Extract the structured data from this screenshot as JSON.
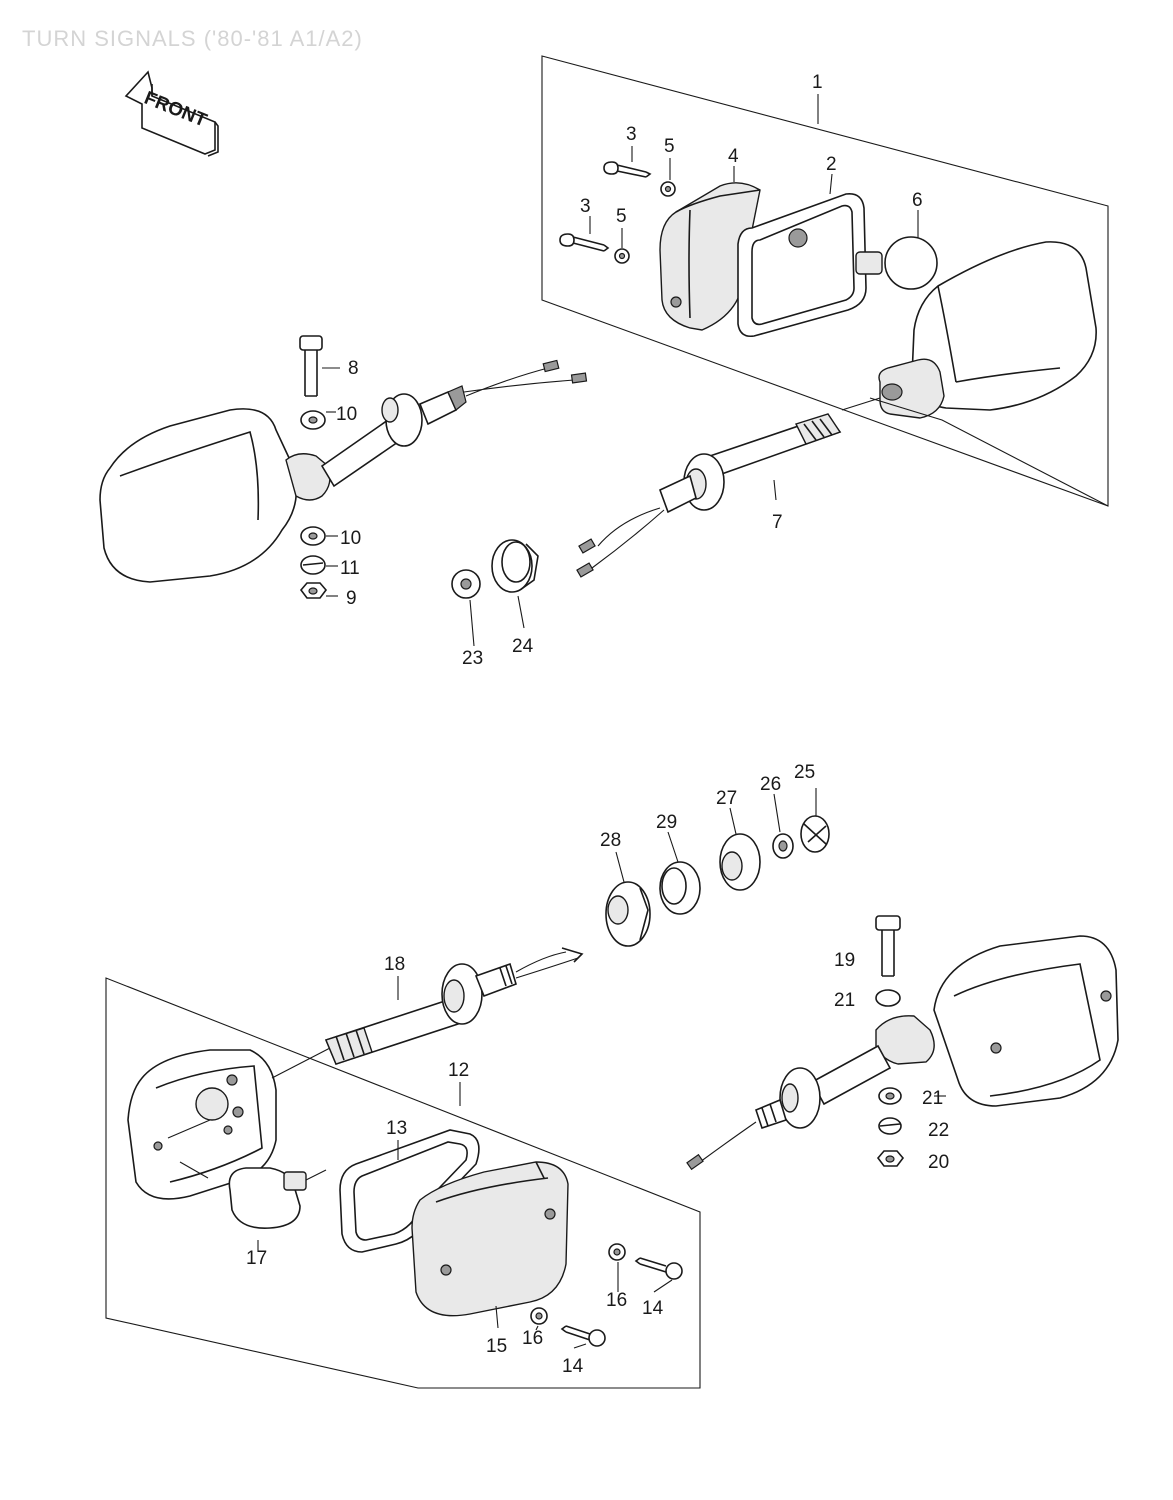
{
  "title": "TURN SIGNALS ('80-'81 A1/A2)",
  "front_arrow": {
    "label": "FRONT",
    "icon": "front-direction-arrow-icon"
  },
  "callouts": {
    "p1": "1",
    "p2": "2",
    "p3a": "3",
    "p3b": "3",
    "p4": "4",
    "p5a": "5",
    "p5b": "5",
    "p6": "6",
    "p7": "7",
    "p8": "8",
    "p9": "9",
    "p10a": "10",
    "p10b": "10",
    "p11": "11",
    "p12": "12",
    "p13": "13",
    "p14a": "14",
    "p14b": "14",
    "p15": "15",
    "p16a": "16",
    "p16b": "16",
    "p17": "17",
    "p18": "18",
    "p19": "19",
    "p20": "20",
    "p21a": "21",
    "p21b": "21",
    "p22": "22",
    "p23": "23",
    "p24": "24",
    "p25": "25",
    "p26": "26",
    "p27": "27",
    "p28": "28",
    "p29": "29"
  }
}
